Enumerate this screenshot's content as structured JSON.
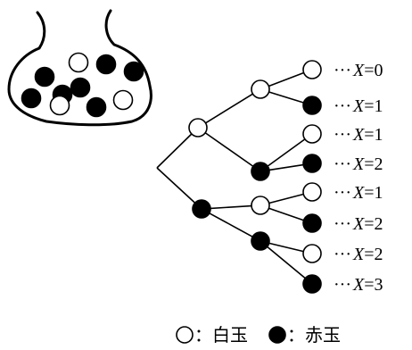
{
  "diagram": {
    "ball_colors": {
      "white": "#ffffff",
      "red": "#000000",
      "stroke": "#000000"
    },
    "bag": {
      "white_balls": 3,
      "red_balls": 7
    },
    "level1": [
      "white",
      "red"
    ],
    "level2": [
      "white",
      "red",
      "white",
      "red"
    ],
    "leaves": [
      {
        "color": "white",
        "dots": "···",
        "var": "X",
        "eq": "=",
        "value": "0"
      },
      {
        "color": "red",
        "dots": "···",
        "var": "X",
        "eq": "=",
        "value": "1"
      },
      {
        "color": "white",
        "dots": "···",
        "var": "X",
        "eq": "=",
        "value": "1"
      },
      {
        "color": "red",
        "dots": "···",
        "var": "X",
        "eq": "=",
        "value": "2"
      },
      {
        "color": "white",
        "dots": "···",
        "var": "X",
        "eq": "=",
        "value": "1"
      },
      {
        "color": "red",
        "dots": "···",
        "var": "X",
        "eq": "=",
        "value": "2"
      },
      {
        "color": "white",
        "dots": "···",
        "var": "X",
        "eq": "=",
        "value": "2"
      },
      {
        "color": "red",
        "dots": "···",
        "var": "X",
        "eq": "=",
        "value": "3"
      }
    ],
    "legend": {
      "white_text": "：白玉",
      "red_text": "：赤玉"
    }
  }
}
